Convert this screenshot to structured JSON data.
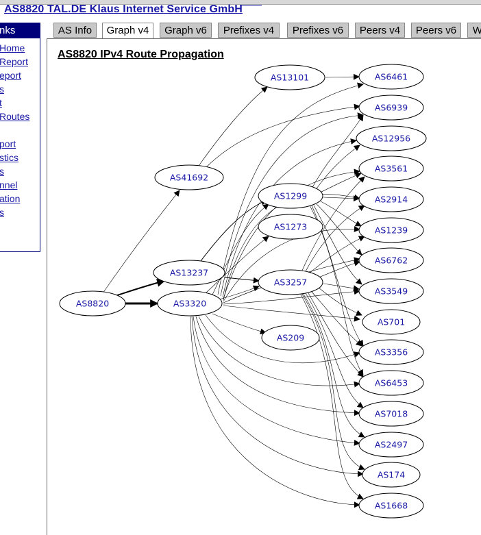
{
  "page_title": "AS8820 TAL.DE Klaus Internet Service GmbH",
  "sidebar": {
    "heading": "nks",
    "items": [
      {
        "label": "Home"
      },
      {
        "label": "Report"
      },
      {
        "label": "eport"
      },
      {
        "label": "s"
      },
      {
        "label": "t"
      },
      {
        "label": "Routes"
      },
      {
        "label": ""
      },
      {
        "label": "port"
      },
      {
        "label": "stics"
      },
      {
        "label": "s"
      },
      {
        "label": "nnel"
      },
      {
        "label": "ation"
      },
      {
        "label": "s"
      }
    ]
  },
  "tabs": [
    {
      "label": "AS Info",
      "active": false
    },
    {
      "label": "Graph v4",
      "active": true
    },
    {
      "label": "Graph v6",
      "active": false
    },
    {
      "label": "Prefixes v4",
      "active": false
    },
    {
      "label": "Prefixes v6",
      "active": false
    },
    {
      "label": "Peers v4",
      "active": false
    },
    {
      "label": "Peers v6",
      "active": false
    },
    {
      "label": "W",
      "active": false
    }
  ],
  "graph": {
    "title": "AS8820 IPv4 Route Propagation",
    "nodes": {
      "AS8820": "AS8820",
      "AS41692": "AS41692",
      "AS13237": "AS13237",
      "AS3320": "AS3320",
      "AS13101": "AS13101",
      "AS1299": "AS1299",
      "AS1273": "AS1273",
      "AS3257": "AS3257",
      "AS209": "AS209",
      "AS6461": "AS6461",
      "AS6939": "AS6939",
      "AS12956": "AS12956",
      "AS3561": "AS3561",
      "AS2914": "AS2914",
      "AS1239": "AS1239",
      "AS6762": "AS6762",
      "AS3549": "AS3549",
      "AS701": "AS701",
      "AS3356": "AS3356",
      "AS6453": "AS6453",
      "AS7018": "AS7018",
      "AS2497": "AS2497",
      "AS174": "AS174",
      "AS1668": "AS1668"
    }
  }
}
